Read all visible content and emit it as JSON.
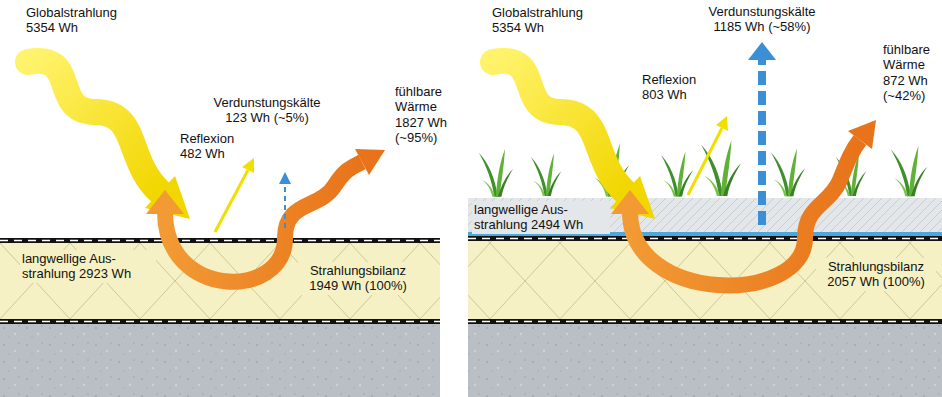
{
  "diagram": {
    "labels": [
      "Globalstrahlung 5354 Wh",
      "Verdunstungskälte 123 Wh (~5%)",
      "Reflexion 482 Wh",
      "fühlbare Wärme 1827 Wh (~95%)",
      "langwellige Aus- strahlung 2923 Wh",
      "Strahlungsbilanz 1949 Wh (100%)",
      "Globalstrahlung 5354 Wh",
      "Verdunstungskälte 1185 Wh (~58%)",
      "Reflexion 803 Wh",
      "fühlbare Wärme 872 Wh (~42%)",
      "langwellige Aus- strahlung 2494 Wh",
      "Strahlungsbilanz 2057 Wh (100%)"
    ]
  }
}
